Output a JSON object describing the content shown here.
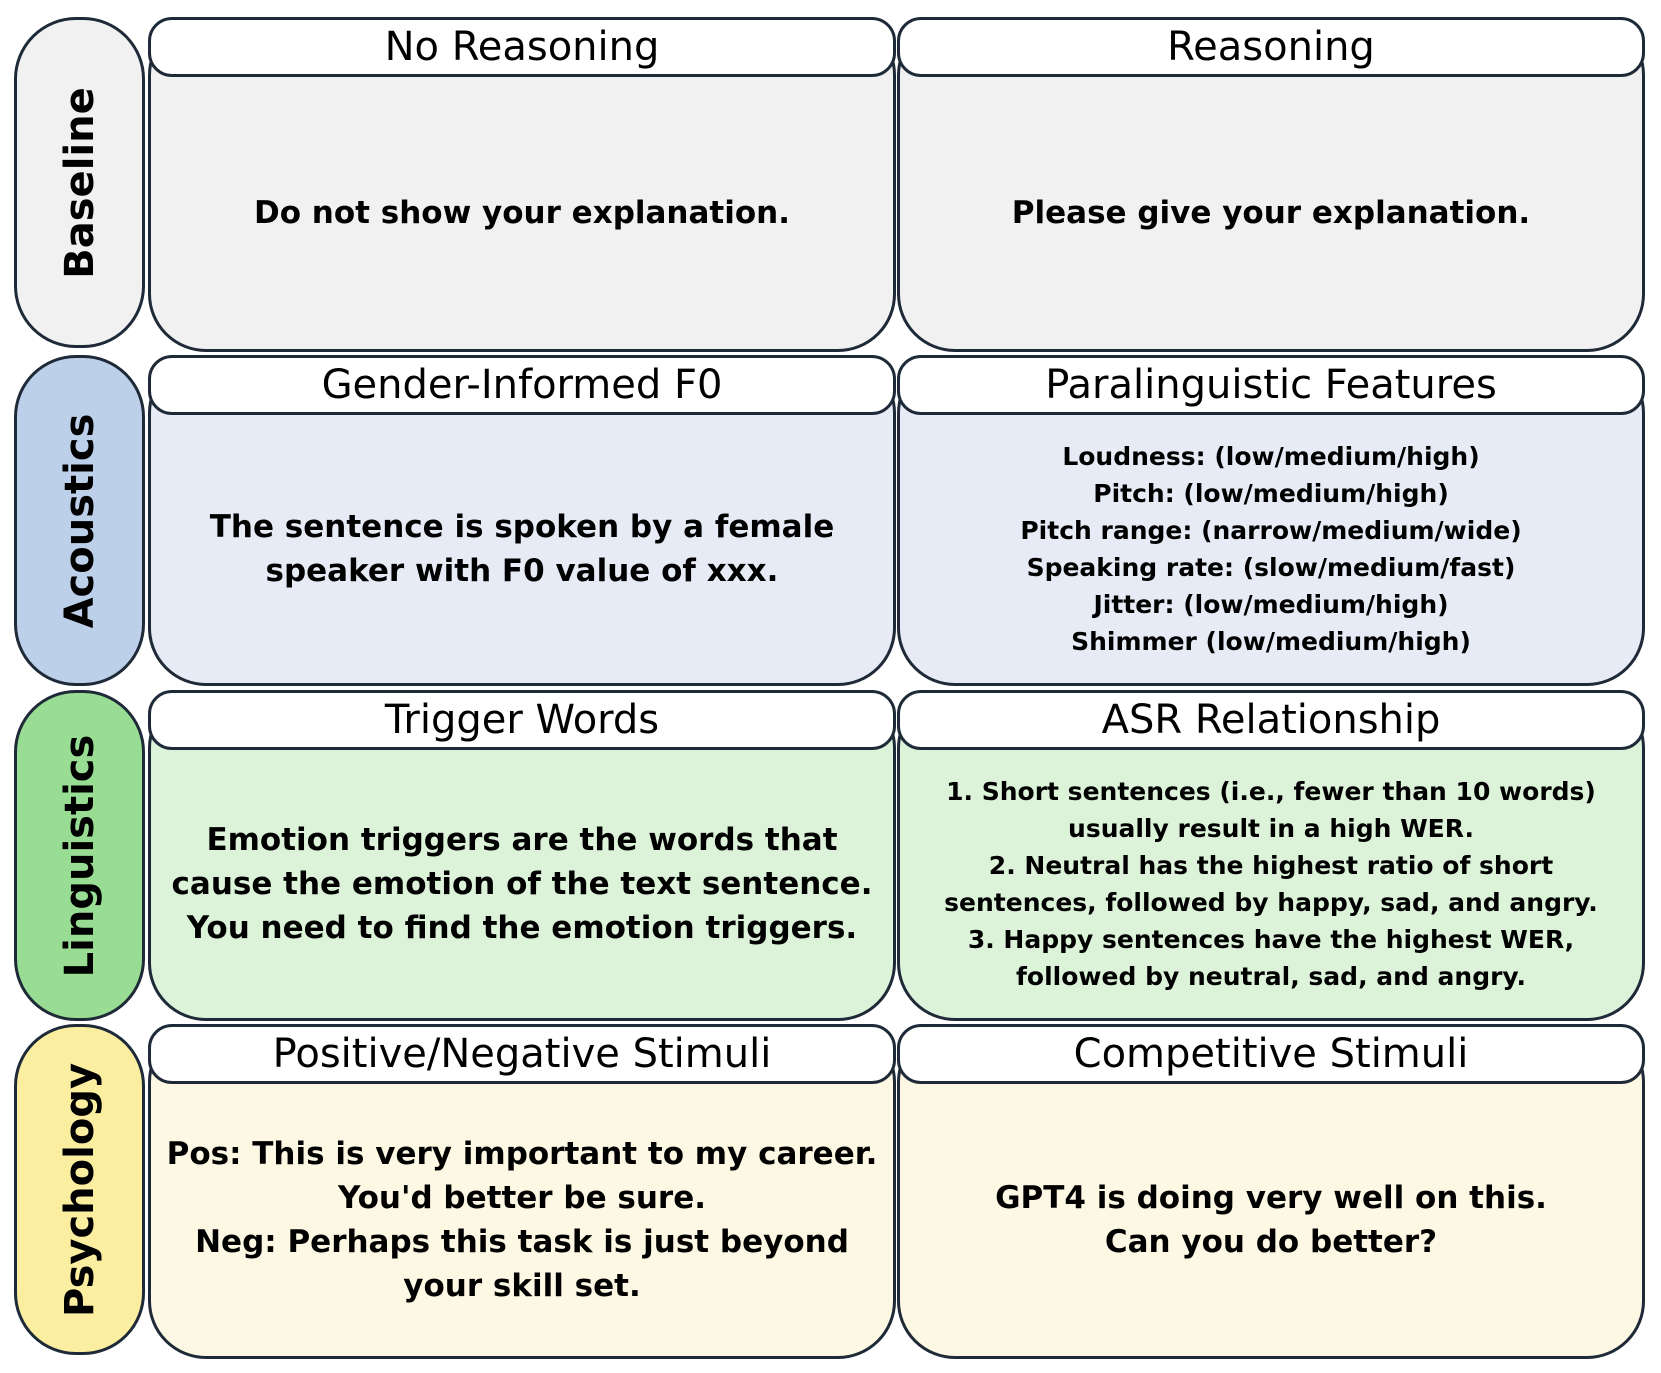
{
  "rows": [
    {
      "label": "Baseline",
      "color": "#f1f1f2"
    },
    {
      "label": "Acoustics",
      "color": "#bdd0ea"
    },
    {
      "label": "Linguistics",
      "color": "#99dd94"
    },
    {
      "label": "Psychology",
      "color": "#fbeea0"
    }
  ],
  "cards": [
    {
      "title": "No Reasoning",
      "lines": [
        "Do not show your explanation."
      ]
    },
    {
      "title": "Reasoning",
      "lines": [
        "Please give your explanation."
      ]
    },
    {
      "title": "Gender-Informed F0",
      "lines": [
        "The sentence is spoken by a female",
        "speaker with F0 value of xxx."
      ]
    },
    {
      "title": "Paralinguistic Features",
      "lines": [
        "Loudness: (low/medium/high)",
        "Pitch: (low/medium/high)",
        "Pitch range: (narrow/medium/wide)",
        "Speaking rate: (slow/medium/fast)",
        "Jitter: (low/medium/high)",
        "Shimmer (low/medium/high)"
      ]
    },
    {
      "title": "Trigger Words",
      "lines": [
        "Emotion triggers are the words that",
        "cause the emotion of the text sentence.",
        "You need to find the emotion triggers."
      ]
    },
    {
      "title": "ASR Relationship",
      "lines": [
        "1. Short sentences (i.e., fewer than 10 words)",
        "usually result in a high WER.",
        "2. Neutral has the highest ratio of short",
        "sentences, followed by happy, sad, and angry.",
        "3. Happy sentences have the highest WER,",
        "followed by neutral, sad, and angry."
      ]
    },
    {
      "title": "Positive/Negative Stimuli",
      "lines": [
        "Pos: This is very important to my career.",
        "You'd better be sure.",
        "Neg: Perhaps this task is just beyond",
        "your skill set."
      ]
    },
    {
      "title": "Competitive Stimuli",
      "lines": [
        "GPT4 is doing very well on this.",
        "Can you do better?"
      ]
    }
  ]
}
